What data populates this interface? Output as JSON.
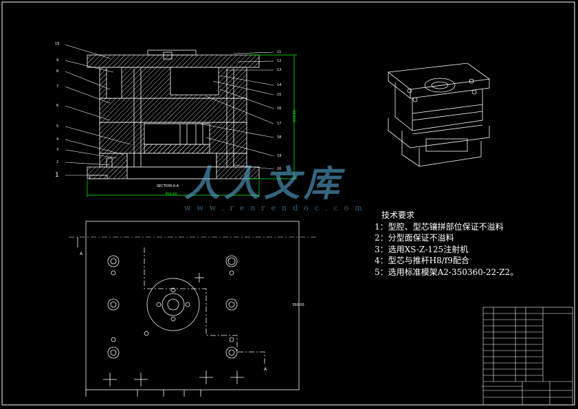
{
  "drawing": {
    "section_label": "SECTION A-A",
    "width_dim": "350.00",
    "height_dim": "350.00",
    "plan_height_dim": "350.00",
    "section_mark": "A",
    "callouts_left": [
      "19",
      "9",
      "8",
      "7",
      "6",
      "5",
      "4",
      "3",
      "2",
      "1"
    ],
    "callouts_right": [
      "11",
      "12",
      "13",
      "14",
      "15",
      "16",
      "17",
      "18",
      "19",
      "20"
    ]
  },
  "tech": {
    "title": "技术要求",
    "items": [
      "1：型腔、型芯镶拼部位保证不溢料",
      "2：分型面保证不溢料",
      "3：选用XS-Z-125注射机",
      "4：型芯与推杆H8/f9配合",
      "5：选用标准模架A2-350360-22-Z2。"
    ]
  },
  "watermark": {
    "text": "人人文库",
    "url": "www.renrendoc.com"
  },
  "colors": {
    "line": "#ffffff",
    "dim": "#00ff00",
    "leader": "#ffffff"
  }
}
